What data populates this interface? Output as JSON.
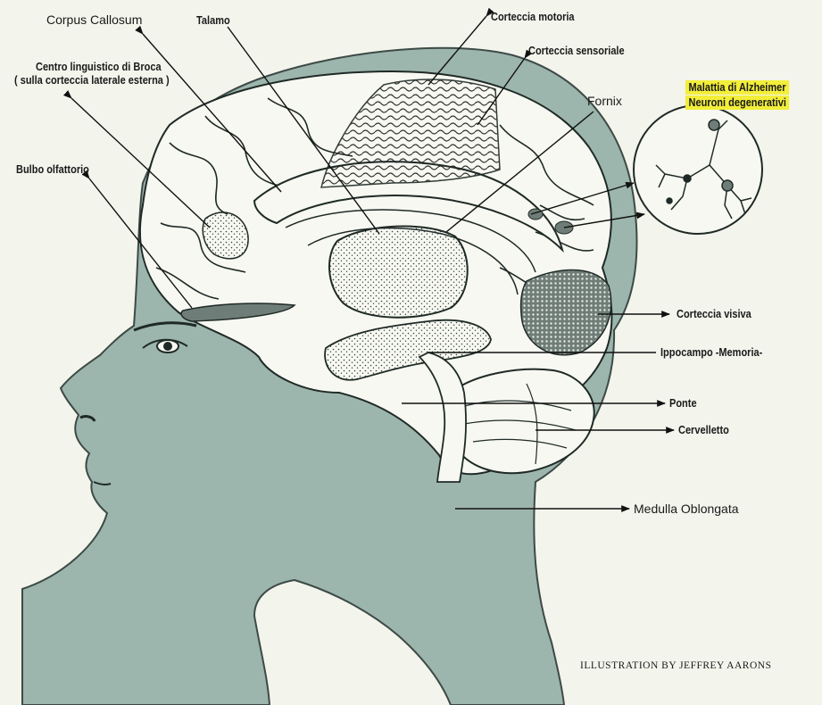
{
  "labels": {
    "corpus_callosum": "Corpus Callosum",
    "talamo": "Talamo",
    "corteccia_motoria": "Corteccia motoria",
    "corteccia_sensoriale": "Corteccia sensoriale",
    "broca_line1": "Centro linguistico di Broca",
    "broca_line2": "( sulla corteccia laterale esterna )",
    "fornix": "Fornix",
    "alzheimer_line1": "Malattia di Alzheimer",
    "alzheimer_line2": "Neuroni degenerativi",
    "bulbo_olfattorio": "Bulbo olfattorio",
    "corteccia_visiva": "Corteccia visiva",
    "ippocampo": "Ippocampo -Memoria-",
    "ponte": "Ponte",
    "cervelletto": "Cervelletto",
    "medulla": "Medulla Oblongata"
  },
  "credit": "ILLUSTRATION BY JEFFREY AARONS",
  "colors": {
    "background": "#f3f4ec",
    "head_fill": "#9cb5ad",
    "brain_fill": "#f7f8f1",
    "ink": "#1f2a27",
    "highlight": "#f2ee3a"
  }
}
